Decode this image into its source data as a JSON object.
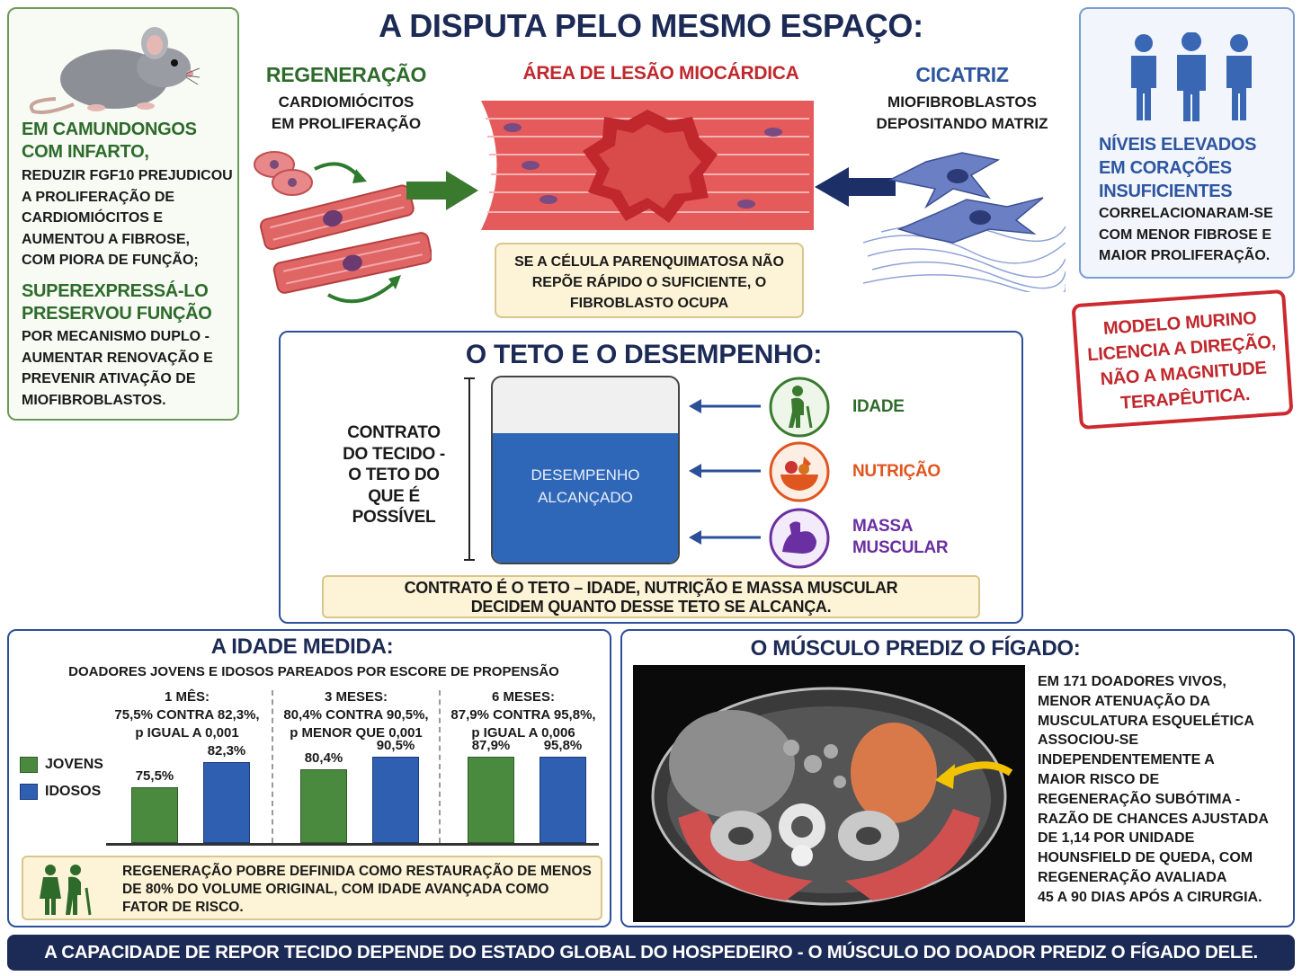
{
  "title": "A DISPUTA PELO MESMO ESPAÇO:",
  "regeneration": {
    "heading": "REGENERAÇÃO",
    "lines": [
      "CARDIOMIÓCITOS",
      "EM PROLIFERAÇÃO"
    ]
  },
  "lesion": {
    "heading": "ÁREA DE LESÃO MIOCÁRDICA",
    "note": [
      "SE A CÉLULA PARENQUIMATOSA NÃO",
      "REPÕE RÁPIDO O SUFICIENTE, O",
      "FIBROBLASTO OCUPA"
    ]
  },
  "scar": {
    "heading": "CICATRIZ",
    "lines": [
      "MIOFIBROBLASTOS",
      "DEPOSITANDO MATRIZ"
    ]
  },
  "mice_panel": {
    "heading1": [
      "EM CAMUNDONGOS",
      "COM INFARTO,"
    ],
    "body1": [
      "REDUZIR FGF10 PREJUDICOU",
      "A PROLIFERAÇÃO DE",
      "CARDIOMIÓCITOS E",
      "AUMENTOU A FIBROSE,",
      "COM PIORA DE FUNÇÃO;"
    ],
    "heading2": [
      "SUPEREXPRESSÁ-LO",
      "PRESERVOU FUNÇÃO"
    ],
    "body2": [
      "POR MECANISMO DUPLO -",
      "AUMENTAR RENOVAÇÃO E",
      "PREVENIR ATIVAÇÃO DE",
      "MIOFIBROBLASTOS."
    ]
  },
  "human_panel": {
    "heading": [
      "NÍVEIS ELEVADOS",
      "EM CORAÇÕES",
      "INSUFICIENTES"
    ],
    "body": [
      "CORRELACIONARAM-SE",
      "COM MENOR FIBROSE E",
      "MAIOR PROLIFERAÇÃO."
    ]
  },
  "stamp": [
    "MODELO MURINO",
    "LICENCIA A DIREÇÃO,",
    "NÃO A MAGNITUDE",
    "TERAPÊUTICA."
  ],
  "ceiling": {
    "heading": "O TETO E O DESEMPENHO:",
    "contract": [
      "CONTRATO",
      "DO TECIDO -",
      "O TETO DO",
      "QUE É",
      "POSSÍVEL"
    ],
    "fill_label": [
      "DESEMPENHO",
      "ALCANÇADO"
    ],
    "fill_level": 0.7,
    "factors": [
      {
        "label": [
          "IDADE"
        ],
        "color": "#2e6b2b",
        "icon": "elderly-icon"
      },
      {
        "label": [
          "NUTRIÇÃO"
        ],
        "color": "#e0561f",
        "icon": "food-bowl-icon"
      },
      {
        "label": [
          "MASSA",
          "MUSCULAR"
        ],
        "color": "#6a2fa0",
        "icon": "flexed-arm-icon"
      }
    ],
    "note": [
      "CONTRATO É O TETO – IDADE, NUTRIÇÃO E MASSA MUSCULAR",
      "DECIDEM QUANTO DESSE TETO SE ALCANÇA."
    ]
  },
  "age": {
    "heading": "A IDADE MEDIDA:",
    "subtitle": "DOADORES JOVENS E IDOSOS PAREADOS POR ESCORE DE PROPENSÃO",
    "legend": [
      "JOVENS",
      "IDOSOS"
    ],
    "groups": [
      {
        "title": [
          "1 MÊS:",
          "75,5% CONTRA 82,3%,",
          "p IGUAL A 0,001"
        ]
      },
      {
        "title": [
          "3 MESES:",
          "80,4% CONTRA 90,5%,",
          "p MENOR QUE 0,001"
        ]
      },
      {
        "title": [
          "6 MESES:",
          "87,9% CONTRA 95,8%,",
          "p IGUAL A 0,006"
        ]
      }
    ],
    "note": [
      "REGENERAÇÃO POBRE DEFINIDA COMO RESTAURAÇÃO DE MENOS",
      "DE 80% DO VOLUME ORIGINAL, COM IDADE AVANÇADA COMO",
      "FATOR DE RISCO."
    ]
  },
  "chart_data": {
    "type": "bar",
    "categories": [
      "1 MÊS",
      "3 MESES",
      "6 MESES"
    ],
    "series": [
      {
        "name": "JOVENS",
        "values": [
          75.5,
          80.4,
          87.9
        ],
        "labels": [
          "75,5%",
          "80,4%",
          "87,9%"
        ],
        "color": "#4a8a3f"
      },
      {
        "name": "IDOSOS",
        "values": [
          82.3,
          90.5,
          95.8
        ],
        "labels": [
          "82,3%",
          "90,5%",
          "95,8%"
        ],
        "color": "#2f5fb0"
      }
    ],
    "ylim": [
      0,
      100
    ],
    "title": "",
    "xlabel": "",
    "ylabel": ""
  },
  "muscle": {
    "heading": "O MÚSCULO PREDIZ O FÍGADO:",
    "body": [
      "EM 171 DOADORES VIVOS,",
      "MENOR ATENUAÇÃO DA",
      "MUSCULATURA ESQUELÉTICA",
      "ASSOCIOU-SE",
      "INDEPENDENTEMENTE A",
      "MAIOR RISCO DE",
      "REGENERAÇÃO SUBÓTIMA -",
      "RAZÃO DE CHANCES AJUSTADA",
      "DE 1,14 POR UNIDADE",
      "HOUNSFIELD DE QUEDA, COM",
      "REGENERAÇÃO AVALIADA",
      "45 A 90 DIAS APÓS A CIRURGIA."
    ]
  },
  "footer": "A CAPACIDADE DE REPOR TECIDO DEPENDE DO ESTADO GLOBAL DO HOSPEDEIRO - O MÚSCULO DO DOADOR PREDIZ O FÍGADO DELE.",
  "colors": {
    "green": "#2e6b2b",
    "blue": "#2d55a0",
    "red": "#c0282d",
    "navy": "#1c2a56",
    "note_bg": "#fdf3d6"
  }
}
